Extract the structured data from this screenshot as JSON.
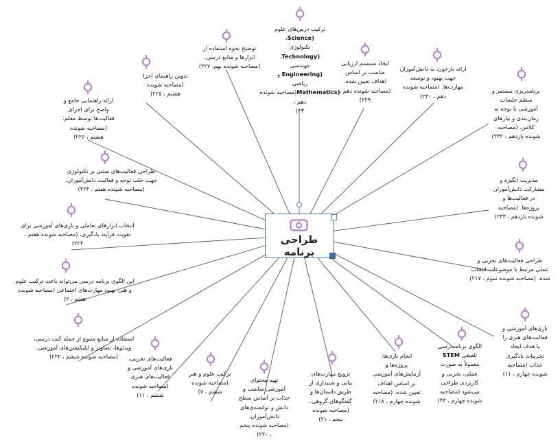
{
  "center": {
    "title": "طراحی برنامه",
    "icon": "link-tag-icon",
    "color": "#b57ad6"
  },
  "colors": {
    "node": "#b57ad6",
    "line": "#555555",
    "selection": "#3b6fb0"
  },
  "nodes": [
    {
      "id": "n1",
      "lines": [
        [
          "ترکیب درس‌های علوم"
        ],
        [
          {
            "t": "(Science",
            "b": true
          },
          "،"
        ],
        [
          "تکنولوژی"
        ],
        [
          {
            "t": "(Technology",
            "b": true
          },
          "،"
        ],
        [
          "مهندسی"
        ],
        [
          {
            "t": "(Engineering",
            "b": true
          },
          " و"
        ],
        [
          "ریاضی"
        ],
        [
          {
            "t": "(Mathematics",
            "b": true
          },
          "(مصاحبه شونده دهم ،"
        ],
        [
          "۴۳)"
        ]
      ]
    },
    {
      "id": "n2",
      "lines": [
        [
          "توضیح نحوه استفاده از"
        ],
        [
          "ابزارها و منابع درسی."
        ],
        [
          "(مصاحبه شونده نهم، ۲۲۷)"
        ]
      ]
    },
    {
      "id": "n3",
      "lines": [
        [
          "ایجاد سیستم ارزیابی"
        ],
        [
          "مناسب بر اساس"
        ],
        [
          "اهداف تعیین شده."
        ],
        [
          "(مصاحبه شونده دهم ،"
        ],
        [
          "۲۲۹)"
        ]
      ]
    },
    {
      "id": "n4",
      "lines": [
        [
          "ارائه بازخورد به دانش‌آموزان"
        ],
        [
          "جهت بهبود و توسعه"
        ],
        [
          "مهارت‌ها. (مصاحبه شونده"
        ],
        [
          "دهم ، ۲۳۰)"
        ]
      ]
    },
    {
      "id": "n5",
      "lines": [
        [
          "تدوین راهنمای اجرا"
        ],
        [
          "(مصاحبه شونده"
        ],
        [
          "هشتم ، ۲۲۵)"
        ]
      ]
    },
    {
      "id": "n6",
      "lines": [
        [
          "برنامه‌ریزی مستمر و"
        ],
        [
          "منظم جلسات"
        ],
        [
          "آموزشی با توجه به"
        ],
        [
          "زمان‌بندی و نیازهای"
        ],
        [
          "کلاس. (مصاحبه"
        ],
        [
          "شونده یازدهم ، ۲۳۲)"
        ]
      ]
    },
    {
      "id": "n7",
      "lines": [
        [
          "ارائه راهنمایی جامع و"
        ],
        [
          "واضح برای اجرای"
        ],
        [
          "فعالیت‌ها توسط معلم."
        ],
        [
          "(مصاحبه شونده"
        ],
        [
          "هشتم ، ۲۲۶)"
        ]
      ]
    },
    {
      "id": "n8",
      "lines": [
        [
          "طراحی فعالیت‌های مبتنی بر تکنولوژی"
        ],
        [
          "جهت جلب توجه و فعالیت دانش‌آموزان."
        ],
        [
          "(مصاحبه شونده هفتم ، ۲۲۴)"
        ]
      ]
    },
    {
      "id": "n9",
      "lines": [
        [
          "مدیریت انگیزه و"
        ],
        [
          "مشارکت دانش‌آموزان"
        ],
        [
          "در فعالیت‌ها و"
        ],
        [
          "پروژه‌ها. (مصاحبه"
        ],
        [
          "شونده یازدهم ، ۲۳۳)"
        ]
      ]
    },
    {
      "id": "n10",
      "lines": [
        [
          "انتخاب ابزارهای تعاملی و بازی‌های آموزشی برای"
        ],
        [
          "تقویت فرآیند یادگیری. (مصاحبه شونده هفتم ،"
        ],
        [
          "۲۲۳)"
        ]
      ]
    },
    {
      "id": "n11",
      "lines": [
        [
          "طراحی فعالیت‌های تجربی و"
        ],
        [
          "عملی مرتبط با موضوعات انتخاب"
        ],
        [
          "شده. (مصاحبه شونده سوم ، ۲۱۷)"
        ]
      ]
    },
    {
      "id": "n12",
      "lines": [
        [
          "این الگوی برنامه درسی می‌تواند باعث ترکیب علوم"
        ],
        [
          "و هنر، بهبود مهارت‌های اجتماعی (مصاحبه شونده"
        ],
        [
          "هفتم ، ۲)"
        ]
      ]
    },
    {
      "id": "n13",
      "lines": [
        [
          "بازی‌های آموزشی و"
        ],
        [
          "فعالیت‌های هنری را"
        ],
        [
          "با هدف ایجاد"
        ],
        [
          "تجربیات یادگیری"
        ],
        [
          "جذاب (مصاحبه"
        ],
        [
          "شونده چهارم ، ۱۱)"
        ]
      ]
    },
    {
      "id": "n14",
      "lines": [
        [
          "استفاده از منابع متنوع از جمله کتب درسی،"
        ],
        [
          "ویدئوها، تصاویر و اپلیکیشن‌های آموزشی."
        ],
        [
          "(مصاحبه شونده ششم ، ۲۲۲)"
        ]
      ]
    },
    {
      "id": "n15",
      "lines": [
        [
          "فعالیت‌های تجربی،"
        ],
        [
          "بازی‌های آموزشی و"
        ],
        [
          "فعالیت‌های هنری"
        ],
        [
          "(مصاحبه شونده"
        ],
        [
          "ششم ، ۱۱)"
        ]
      ]
    },
    {
      "id": "n16",
      "lines": [
        [
          "ترکیب علوم و هنر"
        ],
        [
          "(مصاحبه شونده"
        ],
        [
          "ششم ، ۷)"
        ]
      ]
    },
    {
      "id": "n17",
      "lines": [
        [
          "تهیه محتوای"
        ],
        [
          "آموزشی مناسب و"
        ],
        [
          "جذاب بر اساس سطح"
        ],
        [
          "دانش و توانمندی‌های"
        ],
        [
          "دانش‌آموزان."
        ],
        [
          "(مصاحبه شونده پنجم"
        ],
        [
          "، ۲۲۰)"
        ]
      ]
    },
    {
      "id": "n18",
      "lines": [
        [
          "ترویج مهارت‌های"
        ],
        [
          "بیانی و شنیداری از"
        ],
        [
          "طریق داستان‌ها و"
        ],
        [
          "گفتگوهای گروهی."
        ],
        [
          "(مصاحبه شونده"
        ],
        [
          "پنجم ، ۲۱)"
        ]
      ]
    },
    {
      "id": "n19",
      "lines": [
        [
          "انجام بازی‌ها،"
        ],
        [
          "پروژه‌ها و"
        ],
        [
          "آزمایش‌های آموزشی"
        ],
        [
          "بر اساس اهداف"
        ],
        [
          "تعیین شده. (مصاحبه"
        ],
        [
          "شونده چهارم ، ۲۱۸)"
        ]
      ]
    },
    {
      "id": "n20",
      "lines": [
        [
          "الگوی برنامه‌درسی"
        ],
        [
          "تلفیقی ",
          {
            "t": "STEM",
            "b": true
          }
        ],
        [
          "معمولاً به صورت"
        ],
        [
          "عملی، تجربی و"
        ],
        [
          "کاربردی طراحی"
        ],
        [
          "می‌شود (مصاحبه"
        ],
        [
          "شونده چهارم ، ۴۳)"
        ]
      ]
    }
  ]
}
